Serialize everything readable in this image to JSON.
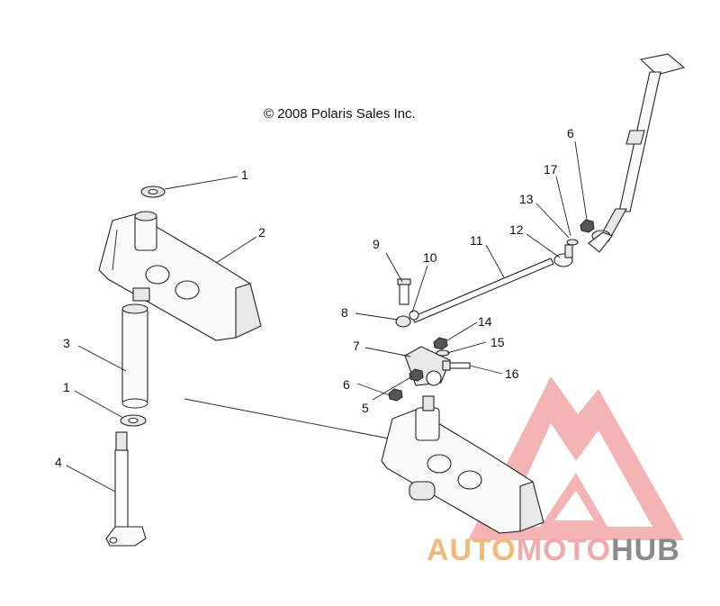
{
  "copyright": "© 2008 Polaris Sales Inc.",
  "callouts": [
    "1",
    "2",
    "3",
    "1",
    "4",
    "9",
    "10",
    "11",
    "12",
    "13",
    "17",
    "6",
    "8",
    "14",
    "7",
    "15",
    "6",
    "16",
    "5"
  ],
  "watermark": {
    "part1": "AUTO",
    "part2": "MOTO",
    "part3": "HUB",
    "color1": "#f5b97a",
    "color2": "#f0a9a9",
    "color3": "#8a8a8a",
    "logo_color": "#f08a8a"
  }
}
